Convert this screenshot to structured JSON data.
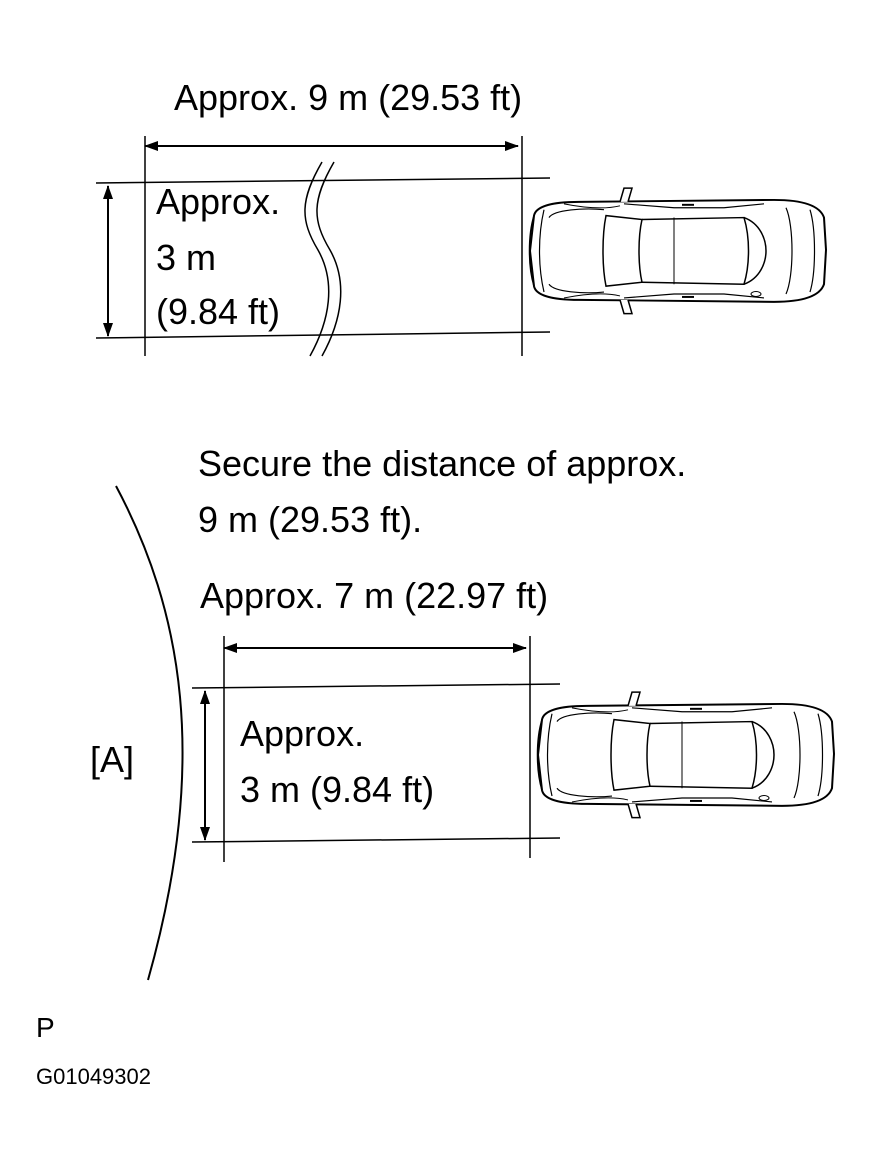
{
  "top_figure": {
    "length_label": "Approx. 9 m (29.53 ft)",
    "width_label": [
      "Approx.",
      "3 m",
      "(9.84 ft)"
    ]
  },
  "instruction": [
    "Secure the distance of approx.",
    "9 m (29.53 ft)."
  ],
  "bottom_figure": {
    "length_label": "Approx. 7 m (22.97 ft)",
    "width_label": [
      "Approx.",
      "3 m (9.84 ft)"
    ],
    "marker": "[A]"
  },
  "footer": {
    "code_letter": "P",
    "figure_id": "G01049302"
  }
}
